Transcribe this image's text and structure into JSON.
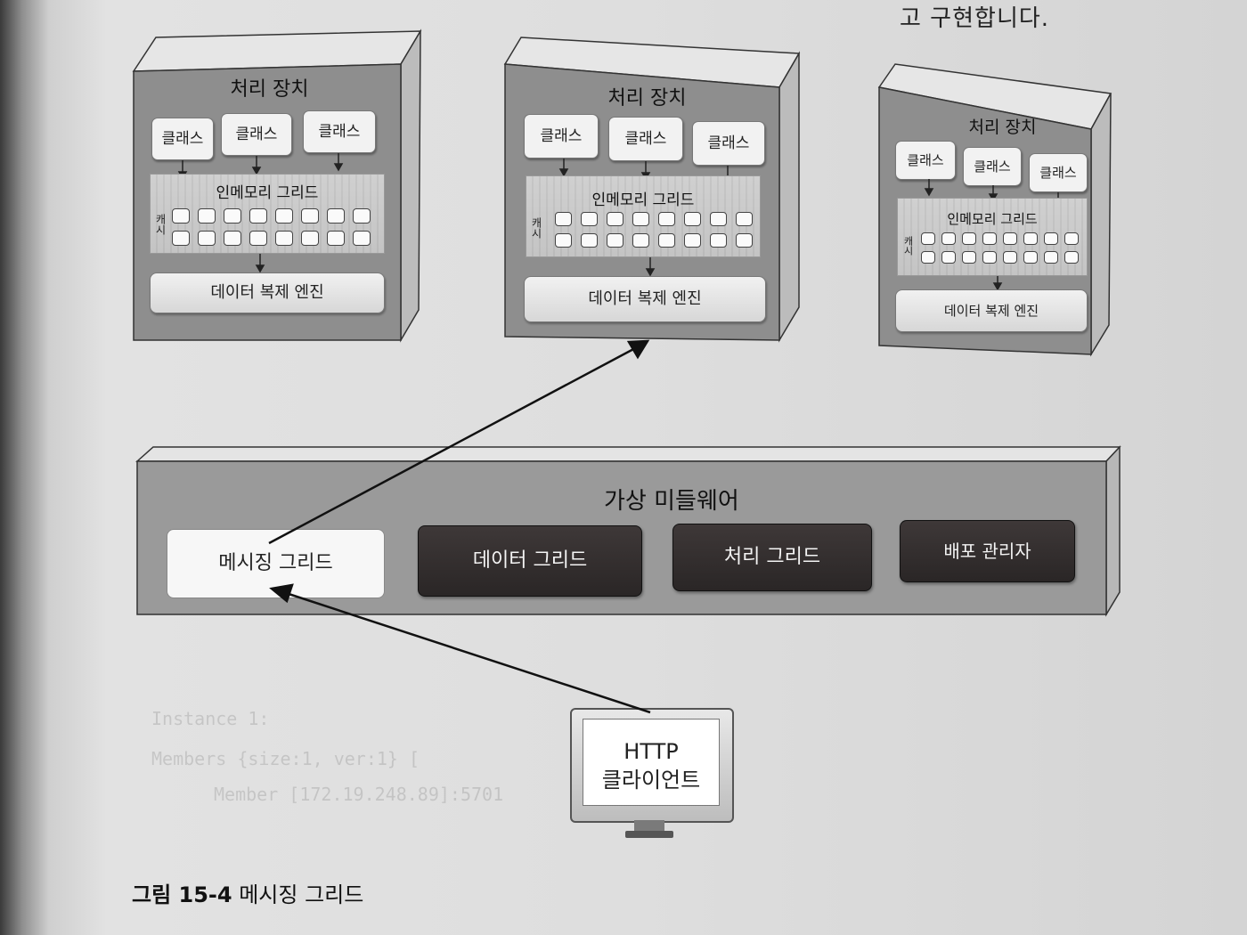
{
  "top_text": "고 구현합니다.",
  "units": [
    {
      "title": "처리 장치",
      "classes": [
        "클래스",
        "클래스",
        "클래스"
      ],
      "grid_title": "인메모리 그리드",
      "cache_label": "캐시",
      "engine": "데이터 복제 엔진"
    },
    {
      "title": "처리 장치",
      "classes": [
        "클래스",
        "클래스",
        "클래스"
      ],
      "grid_title": "인메모리 그리드",
      "cache_label": "캐시",
      "engine": "데이터 복제 엔진"
    },
    {
      "title": "처리 장치",
      "classes": [
        "클래스",
        "클래스",
        "클래스"
      ],
      "grid_title": "인메모리 그리드",
      "cache_label": "캐시",
      "engine": "데이터 복제 엔진"
    }
  ],
  "middleware": {
    "title": "가상 미들웨어",
    "components": [
      "메시징 그리드",
      "데이터 그리드",
      "처리 그리드",
      "배포 관리자"
    ]
  },
  "client": {
    "line1": "HTTP",
    "line2": "클라이언트"
  },
  "caption": {
    "number": "그림 15-4",
    "text": "메시징 그리드"
  }
}
